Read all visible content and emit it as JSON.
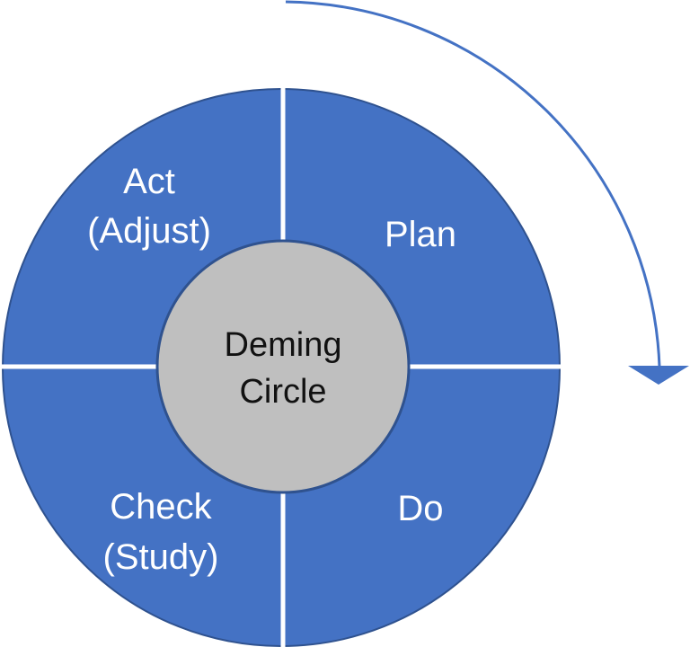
{
  "diagram": {
    "center": {
      "line1": "Deming",
      "line2": "Circle"
    },
    "quadrants": {
      "act": {
        "line1": "Act",
        "line2": "(Adjust)"
      },
      "plan": {
        "line1": "Plan"
      },
      "do": {
        "line1": "Do"
      },
      "check": {
        "line1": "Check",
        "line2": "(Study)"
      }
    },
    "arrow_direction": "clockwise",
    "colors": {
      "ring": "#4472C4",
      "ring_border": "#2F528F",
      "center": "#BFBFBF",
      "divider": "#ffffff",
      "arrow": "#4472C4"
    }
  }
}
